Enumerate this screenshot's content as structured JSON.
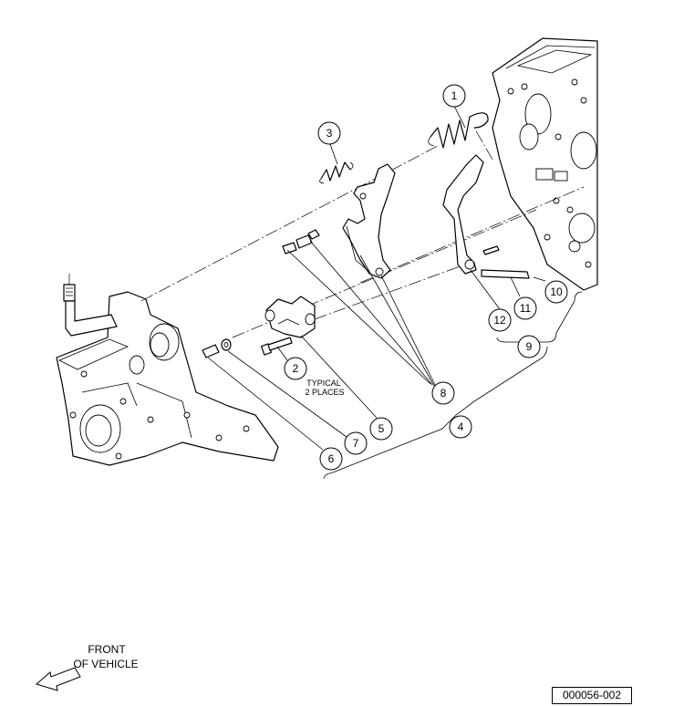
{
  "callouts": [
    "1",
    "2",
    "3",
    "4",
    "5",
    "6",
    "7",
    "8",
    "9",
    "10",
    "11",
    "12"
  ],
  "note": {
    "line1": "TYPICAL",
    "line2": "2 PLACES"
  },
  "orientation": {
    "line1": "FRONT",
    "line2": "OF VEHICLE"
  },
  "figure_ref": "000056-002"
}
